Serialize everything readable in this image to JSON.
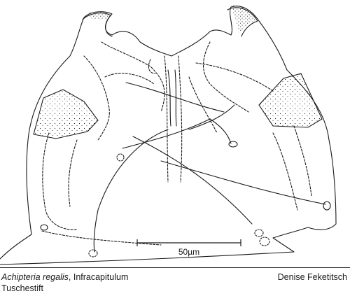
{
  "figure": {
    "scale_label": "50µm"
  },
  "caption": {
    "species": "Achipteria regalis",
    "separator": ", ",
    "part": "Infracapitulum",
    "medium": "Tuschestift",
    "author": "Denise Feketitsch"
  },
  "colors": {
    "ink": "#1a1a1a",
    "background": "#ffffff"
  }
}
